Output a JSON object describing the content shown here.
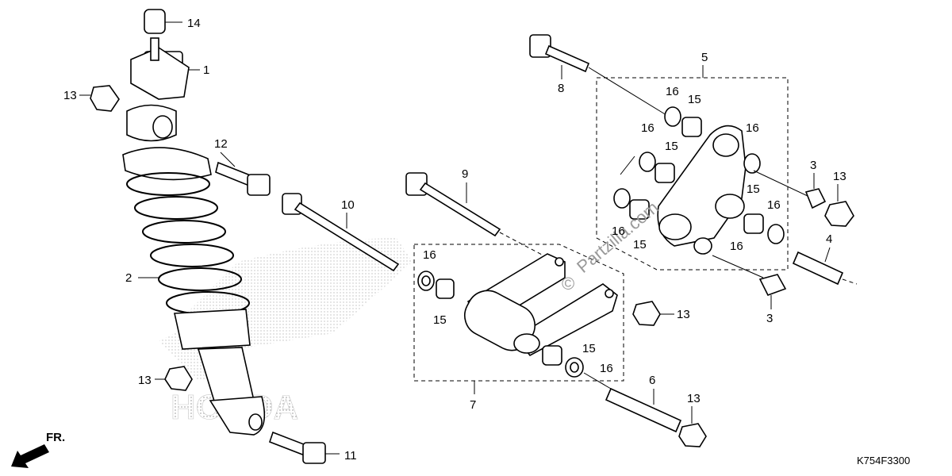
{
  "diagram_code": "K754F3300",
  "front_marker": "FR.",
  "watermark": "Partzilla.com",
  "watermark_symbol": "©",
  "brand_background": "HONDA",
  "callouts": [
    {
      "id": "c14",
      "label": "14"
    },
    {
      "id": "c1",
      "label": "1"
    },
    {
      "id": "c13a",
      "label": "13"
    },
    {
      "id": "c2",
      "label": "2"
    },
    {
      "id": "c12",
      "label": "12"
    },
    {
      "id": "c10",
      "label": "10"
    },
    {
      "id": "c9",
      "label": "9"
    },
    {
      "id": "c8",
      "label": "8"
    },
    {
      "id": "c5",
      "label": "5"
    },
    {
      "id": "c16a",
      "label": "16"
    },
    {
      "id": "c15a",
      "label": "15"
    },
    {
      "id": "c16b",
      "label": "16"
    },
    {
      "id": "c15b",
      "label": "15"
    },
    {
      "id": "c16c",
      "label": "16"
    },
    {
      "id": "c16d",
      "label": "16"
    },
    {
      "id": "c15c",
      "label": "15"
    },
    {
      "id": "c15d",
      "label": "15"
    },
    {
      "id": "c16e",
      "label": "16"
    },
    {
      "id": "c16f",
      "label": "16"
    },
    {
      "id": "c3a",
      "label": "3"
    },
    {
      "id": "c13b",
      "label": "13"
    },
    {
      "id": "c4",
      "label": "4"
    },
    {
      "id": "c3b",
      "label": "3"
    },
    {
      "id": "c16g",
      "label": "16"
    },
    {
      "id": "c15e",
      "label": "15"
    },
    {
      "id": "c13c",
      "label": "13"
    },
    {
      "id": "c15f",
      "label": "15"
    },
    {
      "id": "c16h",
      "label": "16"
    },
    {
      "id": "c7",
      "label": "7"
    },
    {
      "id": "c6",
      "label": "6"
    },
    {
      "id": "c13d",
      "label": "13"
    },
    {
      "id": "c13e",
      "label": "13"
    },
    {
      "id": "c11",
      "label": "11"
    }
  ]
}
